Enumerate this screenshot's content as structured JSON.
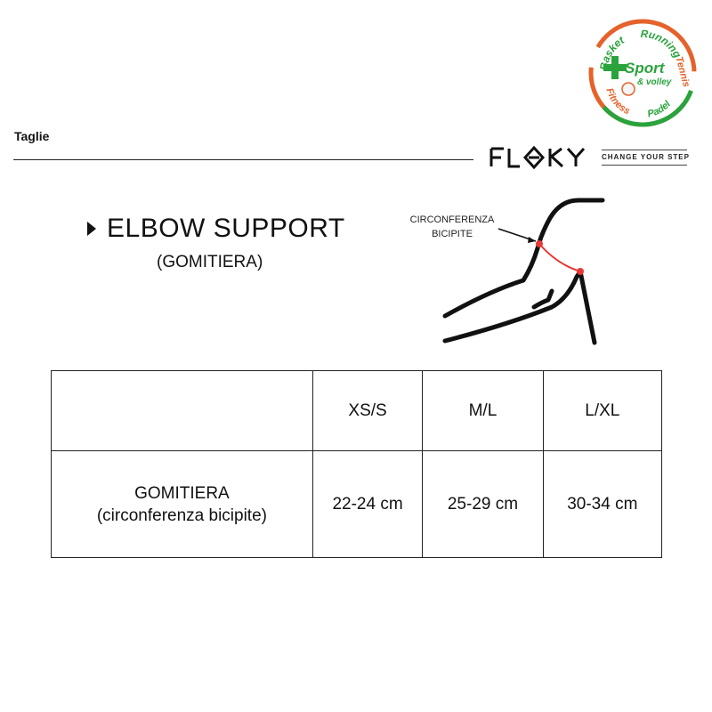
{
  "header": {
    "section_label": "Taglie",
    "brand_name": "FLOKY",
    "brand_tagline": "CHANGE YOUR STEP",
    "badge": {
      "words": [
        "Basket",
        "Running",
        "Tennis",
        "Padel",
        "Fitness"
      ],
      "logo_main": "Sport",
      "logo_sub": "& volley",
      "colors": {
        "green": "#2aa33c",
        "orange": "#e5622b"
      }
    }
  },
  "product": {
    "title": "ELBOW SUPPORT",
    "subtitle": "(GOMITIERA)"
  },
  "diagram": {
    "label_line1": "CIRCONFERENZA",
    "label_line2": "BICIPITE",
    "measure_color": "#e53935"
  },
  "size_table": {
    "header_empty": "",
    "columns": [
      "XS/S",
      "M/L",
      "L/XL"
    ],
    "row_label_line1": "GOMITIERA",
    "row_label_line2": "(circonferenza bicipite)",
    "values": [
      "22-24 cm",
      "25-29 cm",
      "30-34 cm"
    ]
  }
}
